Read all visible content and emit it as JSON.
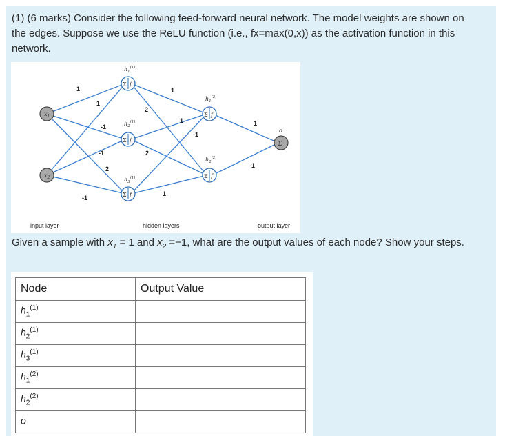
{
  "question": {
    "intro": "(1) (6 marks) Consider the following feed-forward neural network. The model weights are shown on the edges. Suppose we use the ReLU function (i.e., fx=max(0,x)) as the activation function in this network.",
    "sample_prefix": "Given a sample with",
    "sample_x1_value": "= 1 and",
    "sample_x2_value": "=−1, what are the output values of each node? Show your steps."
  },
  "network": {
    "input_x1": "x",
    "input_x1_sub": "1",
    "input_x2": "x",
    "input_x2_sub": "2",
    "hidden1": [
      {
        "name": "h",
        "sub": "1",
        "sup": "(1)"
      },
      {
        "name": "h",
        "sub": "2",
        "sup": "(1)"
      },
      {
        "name": "h",
        "sub": "3",
        "sup": "(1)"
      }
    ],
    "hidden2": [
      {
        "name": "h",
        "sub": "1",
        "sup": "(2)"
      },
      {
        "name": "h",
        "sub": "2",
        "sup": "(2)"
      }
    ],
    "output_label": "o",
    "sigma": "Σ",
    "f": "f",
    "weights_in_h1": {
      "x1_h11": "1",
      "x1_h21": "-1",
      "x1_h31": "-1",
      "x2_h11": "1",
      "x2_h21": "-1",
      "x2_h31": "2"
    },
    "weights_h1_h2": {
      "h11_h12": "1",
      "h11_h22": "2",
      "h21_h12": "1",
      "h21_h22": "2",
      "h31_h12": "-1",
      "h31_h22": "1"
    },
    "weights_h2_o": {
      "h12_o": "1",
      "h22_o": "-1"
    },
    "layer_labels": {
      "input": "input layer",
      "hidden": "hidden layers",
      "output": "output layer"
    }
  },
  "table": {
    "header_node": "Node",
    "header_value": "Output Value",
    "rows": [
      {
        "name": "h",
        "sub": "1",
        "sup": "(1)",
        "value": ""
      },
      {
        "name": "h",
        "sub": "2",
        "sup": "(1)",
        "value": ""
      },
      {
        "name": "h",
        "sub": "3",
        "sup": "(1)",
        "value": ""
      },
      {
        "name": "h",
        "sub": "1",
        "sup": "(2)",
        "value": ""
      },
      {
        "name": "h",
        "sub": "2",
        "sup": "(2)",
        "value": ""
      },
      {
        "name": "o",
        "sub": "",
        "sup": "",
        "value": ""
      }
    ]
  }
}
